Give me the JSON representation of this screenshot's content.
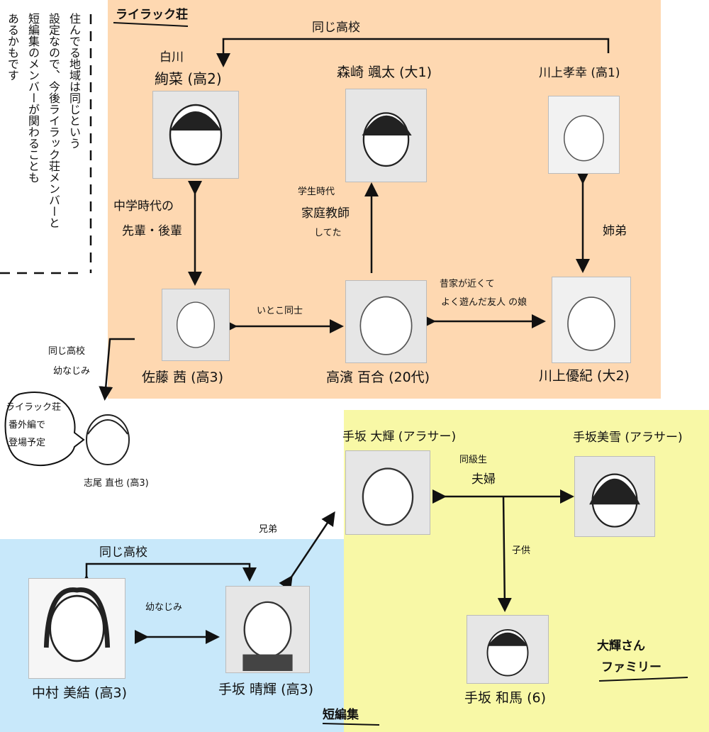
{
  "regions": {
    "lilac": {
      "label": "ライラック荘",
      "color": "#fed8b1"
    },
    "tanpen": {
      "label": "短編集",
      "color": "#c8e8fa"
    },
    "family": {
      "label": "大輝さん ファミリー",
      "line1": "大輝さん",
      "line2": "ファミリー",
      "color": "#f8f8a6"
    }
  },
  "note": {
    "lines": [
      "住んでる地域は同じという",
      "設定なので、今後ライラック荘メンバーと",
      "短編集のメンバーが関わることも",
      "あるかもです"
    ]
  },
  "characters": [
    {
      "id": "shirakawa",
      "name_line1": "白川",
      "name_line2": "絢菜 (高2)"
    },
    {
      "id": "morisaki",
      "name": "森崎 颯太 (大1)"
    },
    {
      "id": "kawakami-takayuki",
      "name": "川上孝幸 (高1)"
    },
    {
      "id": "sato",
      "name": "佐藤 茜 (高3)"
    },
    {
      "id": "takahama",
      "name": "高濱 百合 (20代)"
    },
    {
      "id": "kawakami-yuki",
      "name": "川上優紀 (大2)"
    },
    {
      "id": "shio",
      "name": "志尾 直也 (高3)"
    },
    {
      "id": "tesaka-daiki",
      "name": "手坂 大輝 (アラサー)"
    },
    {
      "id": "tesaka-miyuki",
      "name": "手坂美雪 (アラサー)"
    },
    {
      "id": "tesaka-kazuma",
      "name": "手坂 和馬 (6)"
    },
    {
      "id": "nakamura",
      "name": "中村 美結 (高3)"
    },
    {
      "id": "tesaka-haruki",
      "name": "手坂 晴輝 (高3)"
    }
  ],
  "relations": {
    "same_school_top": "同じ高校",
    "middle_school": [
      "中学時代の",
      "先輩・後輩"
    ],
    "tutor": [
      "学生時代",
      "家庭教師",
      "してた"
    ],
    "siblings_kawakami": "姉弟",
    "cousins": "いとこ同士",
    "family_friend": [
      "昔家が近くて",
      "よく遊んだ友人 の娘"
    ],
    "shio_relation": [
      "同じ高校",
      "幼なじみ"
    ],
    "shio_bubble": [
      "ライラック荘",
      "番外編で",
      "登場予定"
    ],
    "classmates_couple": [
      "同級生",
      "夫婦"
    ],
    "child": "子供",
    "brothers": "兄弟",
    "same_school_bottom": "同じ高校",
    "childhood_friends": "幼なじみ"
  }
}
